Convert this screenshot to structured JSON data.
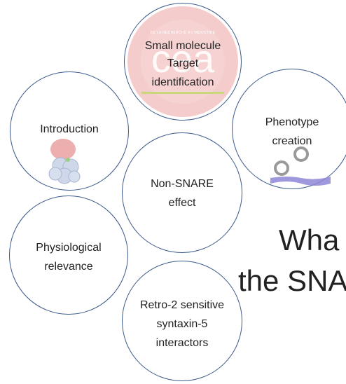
{
  "slide": {
    "logo_tagline": "DE LA RECHERCHE À L'INDUSTRIE",
    "logo_word": "cea",
    "circles": {
      "small_molecule": {
        "line1": "Small molecule",
        "line2": "Target",
        "line3": "identification"
      },
      "introduction": {
        "label": "Introduction"
      },
      "phenotype": {
        "line1": "Phenotype",
        "line2": "creation"
      },
      "non_snare": {
        "line1": "Non-SNARE",
        "line2": "effect"
      },
      "physiological": {
        "line1": "Physiological",
        "line2": "relevance"
      },
      "retro2": {
        "line1": "Retro-2 sensitive",
        "line2": "syntaxin-5",
        "line3": "interactors"
      }
    },
    "heading": {
      "line1": "Wha",
      "line2": "the SNA"
    }
  },
  "colors": {
    "circle_border": "#3b5a8a",
    "logo_red": "#e7a7a7",
    "logo_underline": "#c9d77a",
    "membrane": "#8f86d6"
  }
}
